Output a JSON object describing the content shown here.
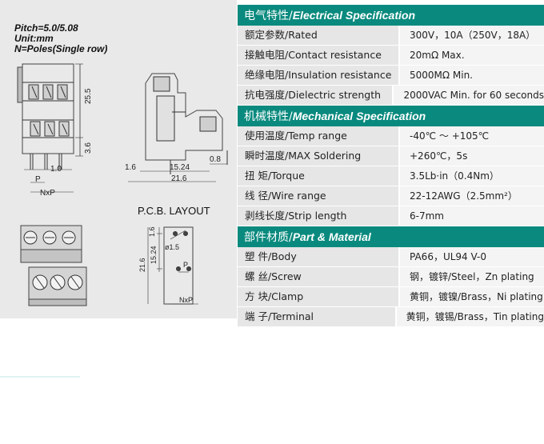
{
  "specs_block": {
    "pitch": "Pitch=5.0/5.08",
    "unit": "Unit:mm",
    "poles": "N=Poles(Single row)"
  },
  "drawing": {
    "dim_25_5": "25.5",
    "dim_3_6": "3.6",
    "dim_1_0": "1.0",
    "dim_p": "P",
    "dim_nxp": "NxP",
    "dim_1_6": "1.6",
    "dim_15_24": "15.24",
    "dim_21_6": "21.6",
    "dim_0_8": "0.8",
    "pcb_title": "P.C.B.  LAYOUT",
    "pcb_1_6": "1.6",
    "pcb_15_24": "15.24",
    "pcb_21_6": "21.6",
    "pcb_hole": "ø1.5",
    "pcb_p": "P",
    "pcb_nxp": "NxP"
  },
  "colors": {
    "header_bg": "#0a8a7e",
    "label_bg": "#e6e6e6",
    "value_bg": "#f4f4f4",
    "panel_bg": "#e9e9e9"
  },
  "sections": [
    {
      "title_cn": "电气特性/",
      "title_en": "Electrical Specification",
      "rows": [
        {
          "label": "额定参数/Rated",
          "value": "300V，10A（250V，18A）"
        },
        {
          "label": "接触电阻/Contact resistance",
          "value": "20mΩ  Max."
        },
        {
          "label": "绝缘电阻/Insulation  resistance",
          "value": "5000MΩ  Min."
        },
        {
          "label": "抗电强度/Dielectric  strength",
          "value": "2000VAC Min. for 60 seconds"
        }
      ]
    },
    {
      "title_cn": "机械特性/",
      "title_en": "Mechanical Specification",
      "rows": [
        {
          "label": "使用温度/Temp  range",
          "value": "-40℃  ～ +105℃"
        },
        {
          "label": "瞬时温度/MAX Soldering",
          "value": "+260℃，5s"
        },
        {
          "label": "扭      矩/Torque",
          "value": "3.5Lb·in（0.4Nm）"
        },
        {
          "label": "线      径/Wire range",
          "value": "22-12AWG（2.5mm²）"
        },
        {
          "label": "剥线长度/Strip length",
          "value": "6-7mm"
        }
      ]
    },
    {
      "title_cn": "部件材质/",
      "title_en": "Part & Material",
      "rows": [
        {
          "label": "塑      件/Body",
          "value": "PA66，UL94 V-0"
        },
        {
          "label": "螺      丝/Screw",
          "value": "钢，镀锌/Steel，Zn plating"
        },
        {
          "label": "方      块/Clamp",
          "value": "黄铜，镀镍/Brass，Ni plating"
        },
        {
          "label": "端      子/Terminal",
          "value": "黄铜，镀锡/Brass，Tin plating"
        }
      ]
    }
  ]
}
